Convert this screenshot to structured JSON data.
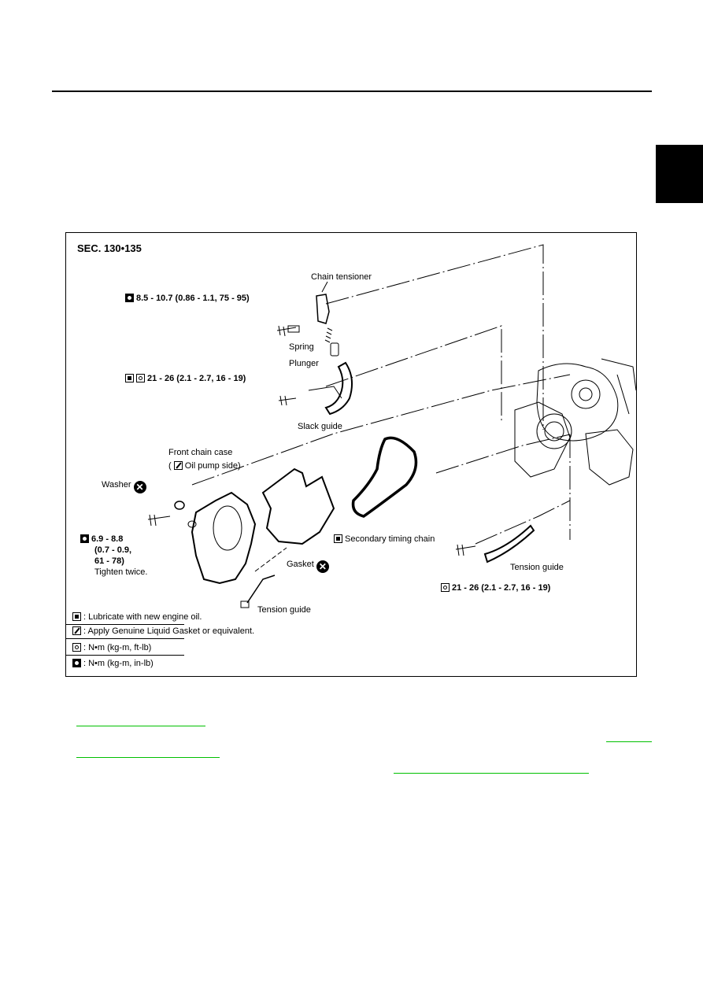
{
  "figure": {
    "section": "SEC. 130•135",
    "labels": {
      "chain_tensioner": "Chain tensioner",
      "torque_tensioner": "8.5 - 10.7 (0.86 - 1.1, 75 - 95)",
      "spring": "Spring",
      "plunger": "Plunger",
      "torque_slack": "21 - 26 (2.1 - 2.7, 16 - 19)",
      "slack_guide": "Slack guide",
      "front_chain_case": "Front chain case",
      "oil_pump_side": "Oil pump side)",
      "washer": "Washer",
      "torque_case_1": "6.9 - 8.8",
      "torque_case_2": "(0.7 - 0.9,",
      "torque_case_3": "61 - 78)",
      "tighten_twice": "Tighten twice.",
      "secondary_timing_chain": "Secondary timing chain",
      "gasket": "Gasket",
      "tension_guide_right": "Tension guide",
      "torque_tension_guide": "21 - 26 (2.1 - 2.7, 16 - 19)",
      "tension_guide_bottom": "Tension guide"
    },
    "legend": [
      {
        "icon": "oil-can-icon",
        "text": ": Lubricate with new engine oil."
      },
      {
        "icon": "liquid-gasket-icon",
        "text": ": Apply Genuine Liquid Gasket or equivalent."
      },
      {
        "icon": "torque-wrench-icon",
        "text": ": N•m (kg-m, ft-lb)"
      },
      {
        "icon": "torque-wrench-inlb-icon",
        "text": ": N•m (kg-m, in-lb)"
      }
    ]
  },
  "links": [
    "",
    "",
    ""
  ]
}
